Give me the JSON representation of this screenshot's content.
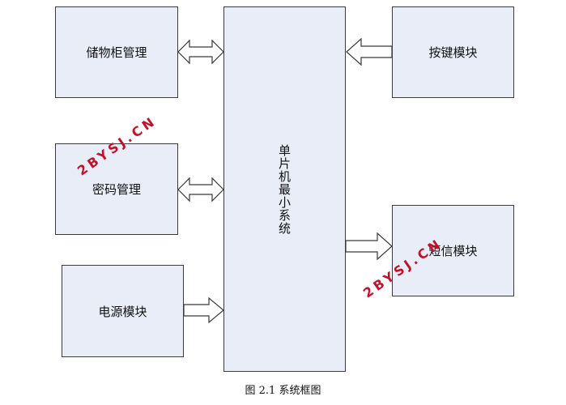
{
  "diagram": {
    "center": {
      "label": "单片机最小系统"
    },
    "storage_cabinet": {
      "label": "储物柜管理"
    },
    "password": {
      "label": "密码管理"
    },
    "power": {
      "label": "电源模块"
    },
    "keypad": {
      "label": "按键模块"
    },
    "sms": {
      "label": "短信模块"
    }
  },
  "watermarks": [
    "2BYSJ.CN",
    "2BYSJ.CN"
  ],
  "caption": "图 2.1  系统框图"
}
